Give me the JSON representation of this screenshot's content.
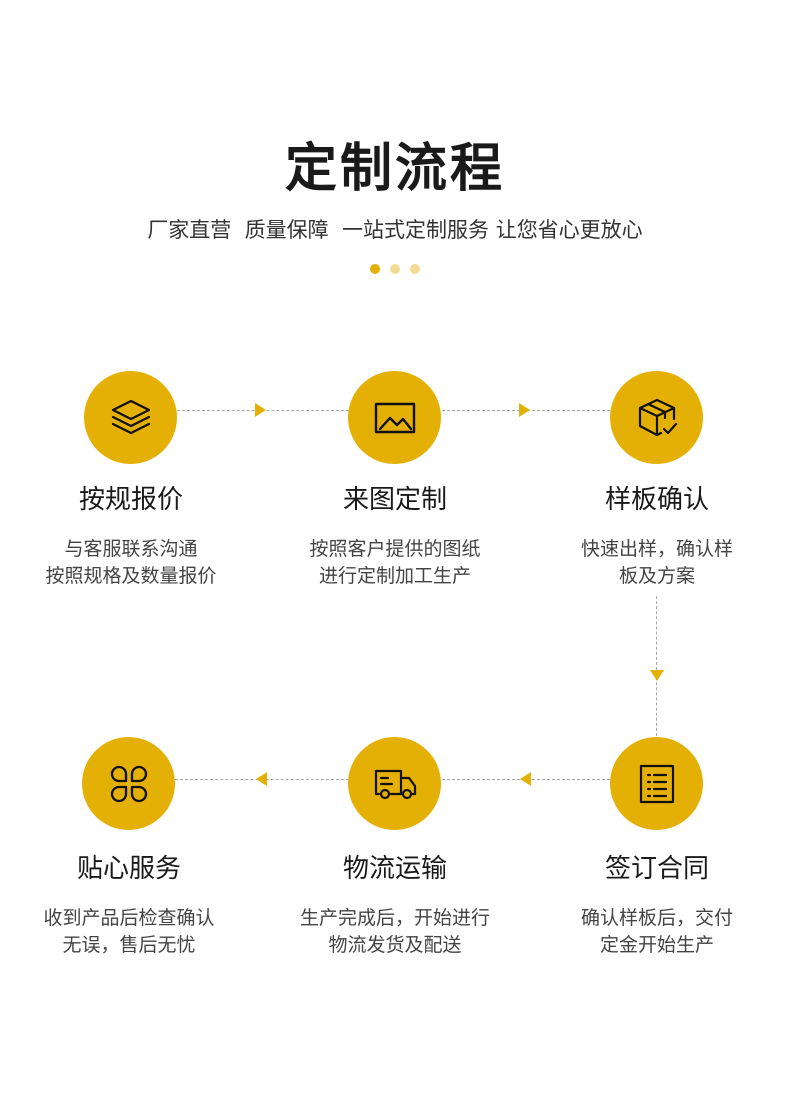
{
  "header": {
    "title": "定制流程",
    "subtitle": "厂家直营  质量保障  一站式定制服务 让您省心更放心"
  },
  "colors": {
    "accent": "#e5b006",
    "accent_light": "#f1dc96",
    "connector": "#a8a8a8"
  },
  "steps": [
    {
      "icon": "layers-icon",
      "title": "按规报价",
      "desc": [
        "与客服联系沟通",
        "按照规格及数量报价"
      ]
    },
    {
      "icon": "image-icon",
      "title": "来图定制",
      "desc": [
        "按照客户提供的图纸",
        "进行定制加工生产"
      ]
    },
    {
      "icon": "box-check-icon",
      "title": "样板确认",
      "desc": [
        "快速出样，确认样",
        "板及方案"
      ]
    },
    {
      "icon": "contract-list-icon",
      "title": "签订合同",
      "desc": [
        "确认样板后，交付",
        "定金开始生产"
      ]
    },
    {
      "icon": "delivery-truck-icon",
      "title": "物流运输",
      "desc": [
        "生产完成后，开始进行",
        "物流发货及配送"
      ]
    },
    {
      "icon": "clover-icon",
      "title": "贴心服务",
      "desc": [
        "收到产品后检查确认",
        "无误，售后无忧"
      ]
    }
  ]
}
